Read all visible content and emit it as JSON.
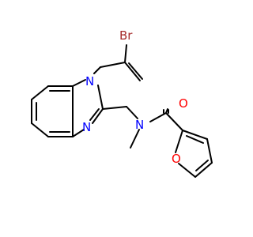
{
  "molecule": {
    "atoms": {
      "br": {
        "label": "Br",
        "color": "#A52A2A"
      },
      "n1": {
        "label": "N",
        "color": "#0000FF"
      },
      "n3": {
        "label": "N",
        "color": "#0000FF"
      },
      "n_amide": {
        "label": "N",
        "color": "#0000FF"
      },
      "o_carbonyl": {
        "label": "O",
        "color": "#FF0000"
      },
      "o_furan": {
        "label": "O",
        "color": "#FF0000"
      }
    },
    "bond_color": "#000000",
    "background": "#ffffff"
  }
}
